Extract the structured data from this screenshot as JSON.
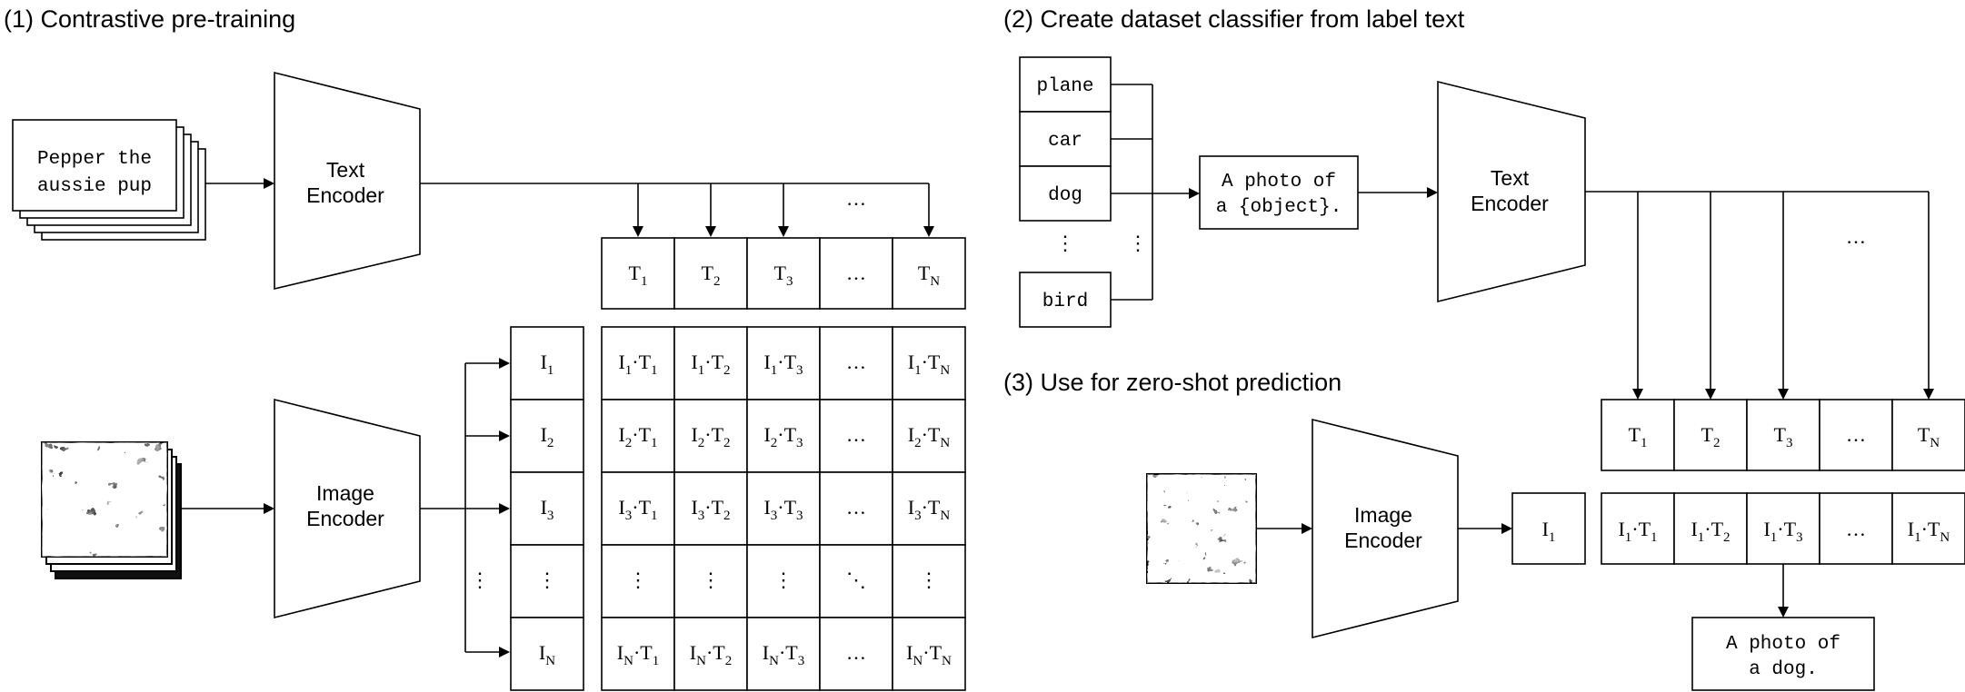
{
  "sections": {
    "s1_title": "(1) Contrastive pre-training",
    "s2_title": "(2) Create dataset classifier from label text",
    "s3_title": "(3) Use for zero-shot prediction"
  },
  "text_card": [
    "Pepper the",
    "aussie pup"
  ],
  "encoders": {
    "text": [
      "Text",
      "Encoder"
    ],
    "image": [
      "Image",
      "Encoder"
    ]
  },
  "token_row": [
    {
      "b": "T",
      "s": "1"
    },
    {
      "b": "T",
      "s": "2"
    },
    {
      "b": "T",
      "s": "3"
    },
    {
      "b": "…",
      "s": ""
    },
    {
      "b": "T",
      "s": "N"
    }
  ],
  "image_col": [
    {
      "b": "I",
      "s": "1"
    },
    {
      "b": "I",
      "s": "2"
    },
    {
      "b": "I",
      "s": "3"
    },
    {
      "b": "⋮",
      "s": ""
    },
    {
      "b": "I",
      "s": "N"
    }
  ],
  "ellipsis": {
    "h": "…",
    "v": "⋮",
    "d": "⋱",
    "dot": "·"
  },
  "labels": [
    "plane",
    "car",
    "dog",
    "bird"
  ],
  "prompt": [
    "A photo of",
    "a {object}."
  ],
  "prediction": [
    "A photo of",
    "a dog."
  ],
  "zs_image": {
    "b": "I",
    "s": "1"
  }
}
